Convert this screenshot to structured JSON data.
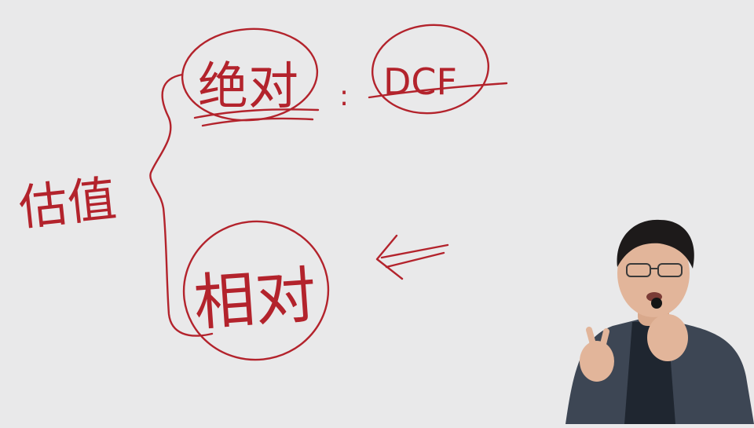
{
  "whiteboard": {
    "left_word": "估值",
    "top_term": "绝对",
    "top_method": "DCF",
    "separator": ":",
    "bottom_term": "相对"
  },
  "colors": {
    "ink": "#b3232c",
    "board": "#e9e9ea",
    "jacket": "#3d4654",
    "skin": "#e2b59a",
    "hair": "#1d1a1a"
  },
  "icons": {
    "arrow": "left-double-arrow"
  }
}
